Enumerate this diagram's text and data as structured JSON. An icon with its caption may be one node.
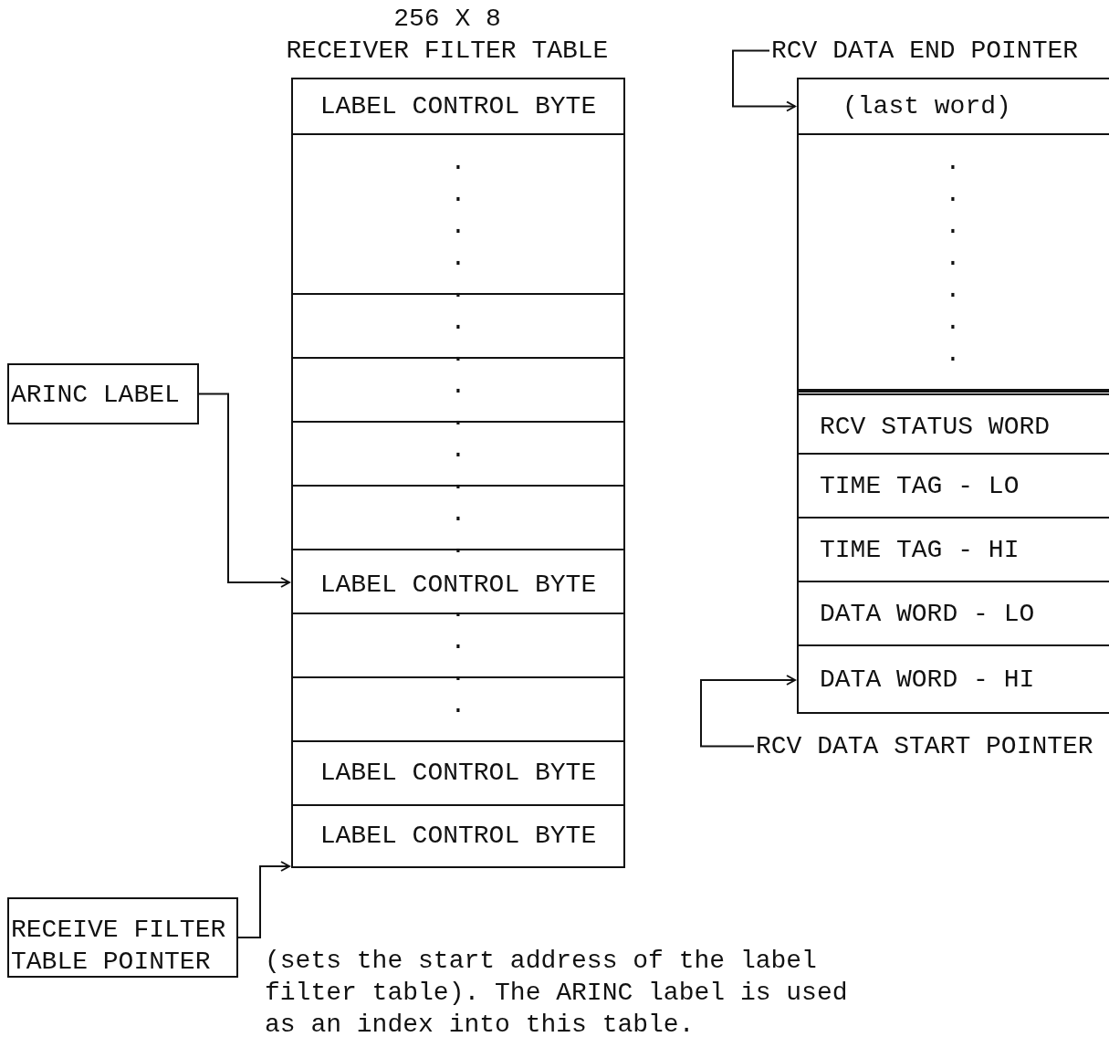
{
  "diagram": {
    "nodes": [
      {
        "text": [
          "RCV DATA END POINTER"
        ]
      },
      {
        "text": [
          "256 X 8",
          "RECEIVER FILTER TABLE"
        ]
      },
      {
        "text": [
          "LABEL CONTROL BYTE"
        ],
        "in": 1
      },
      {
        "text": [
          ". . . ."
        ],
        "in": 1
      },
      {
        "text": [
          ". ."
        ],
        "in": 1
      },
      {
        "text": [
          ". ."
        ],
        "in": 1
      },
      {
        "text": [
          ". ."
        ],
        "in": 1
      },
      {
        "text": [
          ". ."
        ],
        "in": 1
      },
      {
        "text": [
          ".",
          "LABEL CONTROL BYTE"
        ],
        "in": 1
      },
      {
        "text": [
          ". ."
        ],
        "in": 1
      },
      {
        "text": [
          ". ."
        ],
        "in": 1
      },
      {
        "text": [
          "LABEL CONTROL BYTE"
        ],
        "in": 1
      },
      {
        "text": [
          "LABEL CONTROL BYTE"
        ],
        "in": 1
      },
      {
        "text": [],
        "shape": "box"
      },
      {
        "text": [
          "(last word)"
        ],
        "in": 13
      },
      {
        "text": [
          ". . . . . . ."
        ],
        "in": 13
      },
      {
        "text": [
          "RCV STATUS WORD"
        ],
        "in": 13
      },
      {
        "text": [
          "TIME TAG - LO"
        ],
        "in": 13
      },
      {
        "text": [
          "TIME TAG - HI"
        ],
        "in": 13
      },
      {
        "text": [
          "DATA WORD - LO"
        ],
        "in": 13
      },
      {
        "text": [
          "DATA WORD - HI"
        ],
        "in": 13
      },
      {
        "text": [
          "ARINC LABEL"
        ]
      },
      {
        "text": [
          "RECEIVE FILTER TABLE POINTER"
        ]
      },
      {
        "text": [
          "RCV DATA START POINTER"
        ]
      }
    ],
    "edges": [
      {
        "from": 0,
        "to": 14,
        "arrow": "to"
      },
      {
        "from": 21,
        "to": 8,
        "arrow": "to"
      },
      {
        "from": 22,
        "to": 1,
        "arrow": "to"
      },
      {
        "from": 23,
        "to": 20,
        "arrow": "to"
      }
    ],
    "labels": [
      "(sets the start address of the label filter table). The ARINC label is used as an index into this table."
    ]
  }
}
